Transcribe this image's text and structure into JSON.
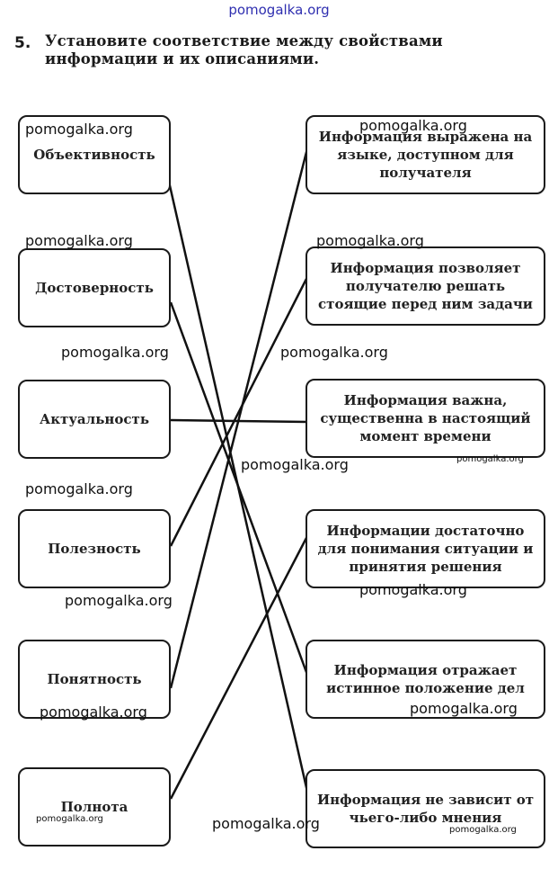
{
  "header": {
    "watermark": "pomogalka.org"
  },
  "task": {
    "number": "5.",
    "text": "Установите соответствие между свойствами информации и их описаниями."
  },
  "properties": [
    "Объективность",
    "Достоверность",
    "Актуальность",
    "Полезность",
    "Понятность",
    "Полнота"
  ],
  "descriptions": [
    "Информация выражена на языке, доступном для получателя",
    "Информация позволяет получателю решать стоящие перед ним задачи",
    "Информация важна, существенна в настоящий момент времени",
    "Информации достаточно для понимания ситуации и принятия решения",
    "Информация отражает истинное положение дел",
    "Информация не зависит от чьего-либо мнения"
  ],
  "connections": [
    {
      "property": "Объективность",
      "description": "Информация не зависит от чьего-либо мнения"
    },
    {
      "property": "Достоверность",
      "description": "Информация отражает истинное положение дел"
    },
    {
      "property": "Актуальность",
      "description": "Информация важна, существенна в настоящий момент времени"
    },
    {
      "property": "Полезность",
      "description": "Информация позволяет получателю решать стоящие перед ним задачи"
    },
    {
      "property": "Понятность",
      "description": "Информация выражена на языке, доступном для получателя"
    },
    {
      "property": "Полнота",
      "description": "Информации достаточно для понимания ситуации и принятия решения"
    }
  ],
  "watermarks": {
    "text": "pomogalka.org",
    "color": "#111111",
    "header_color": "#2f2fb0"
  }
}
